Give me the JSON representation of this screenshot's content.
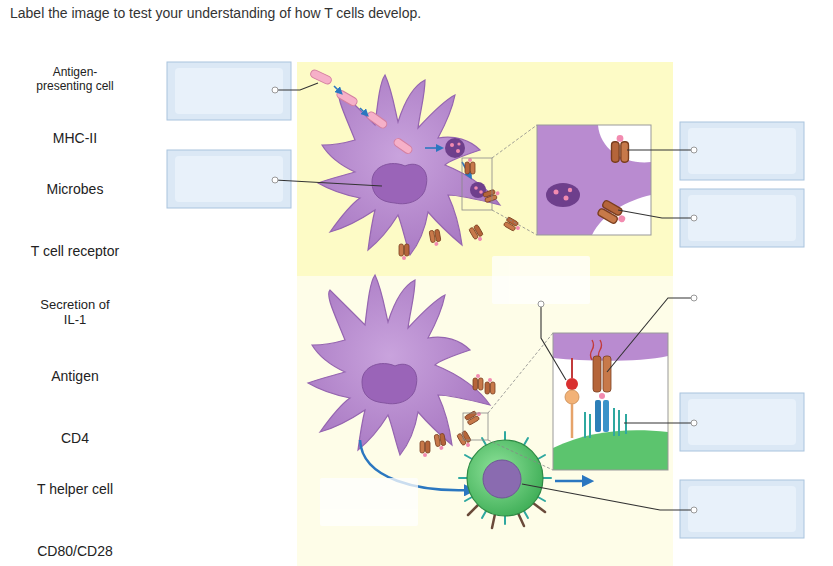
{
  "diagram": {
    "title": "Label the image to test your understanding of how T cells develop.",
    "labels": [
      "Antigen-presenting cell",
      "MHC-II",
      "Microbes",
      "T cell receptor",
      "Secretion of IL-1",
      "Antigen",
      "CD4",
      "T helper cell",
      "CD80/CD28"
    ]
  }
}
